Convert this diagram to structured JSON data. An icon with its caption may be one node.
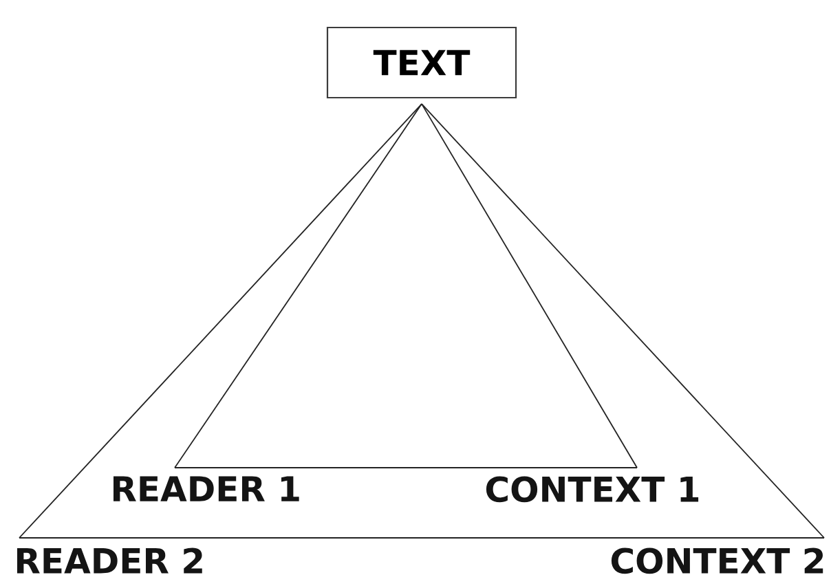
{
  "diagram": {
    "nodes": [
      {
        "text": [
          "TEXT"
        ]
      },
      {
        "text": [
          "READER 1"
        ]
      },
      {
        "text": [
          "CONTEXT 1"
        ]
      },
      {
        "text": [
          "READER 2"
        ]
      },
      {
        "text": [
          "CONTEXT 2"
        ]
      }
    ],
    "edges": [
      {
        "from": 0,
        "to": 1,
        "arrow": "none"
      },
      {
        "from": 0,
        "to": 2,
        "arrow": "none"
      },
      {
        "from": 1,
        "to": 2,
        "arrow": "none"
      },
      {
        "from": 0,
        "to": 3,
        "arrow": "none"
      },
      {
        "from": 0,
        "to": 4,
        "arrow": "none"
      },
      {
        "from": 3,
        "to": 4,
        "arrow": "none"
      }
    ]
  }
}
